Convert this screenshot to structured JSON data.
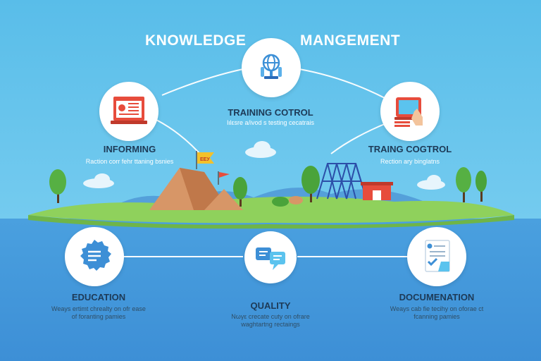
{
  "titles": {
    "left": "KNOWLEDGE",
    "right": "MANGEMENT"
  },
  "flag_text": "ЕЕУ",
  "nodes": {
    "training_top": {
      "label": "TRAINING COTROL",
      "desc": "Ιιlεsre a/ivod s testing cecatrais",
      "icon": "globe-icon"
    },
    "informing": {
      "label": "INFORMING",
      "desc": "Raction corr fehr ttaning bsnies",
      "icon": "document-icon"
    },
    "training_right": {
      "label": "TRAING COGTROL",
      "desc": "Rection ary binglatns",
      "icon": "tablet-touch-icon"
    },
    "education": {
      "label": "EDUCATION",
      "desc": "Weays ertimt chrealty on ofr ease of foranting pamies",
      "icon": "chat-list-icon"
    },
    "quality": {
      "label": "QUALITY",
      "desc": "Νωγε crecate cuty οn ofrare waghtartng rectaings",
      "icon": "chat-bubbles-icon"
    },
    "documentation": {
      "label": "DOCUMENATION",
      "desc": "Weays cab fie tecihy on oforae ct fcanning pamies",
      "icon": "checklist-document-icon"
    }
  },
  "colors": {
    "sky": "#5cbfe9",
    "sea": "#3d8fd6",
    "island": "#8fd15c",
    "label_dark": "#1d3a57"
  }
}
